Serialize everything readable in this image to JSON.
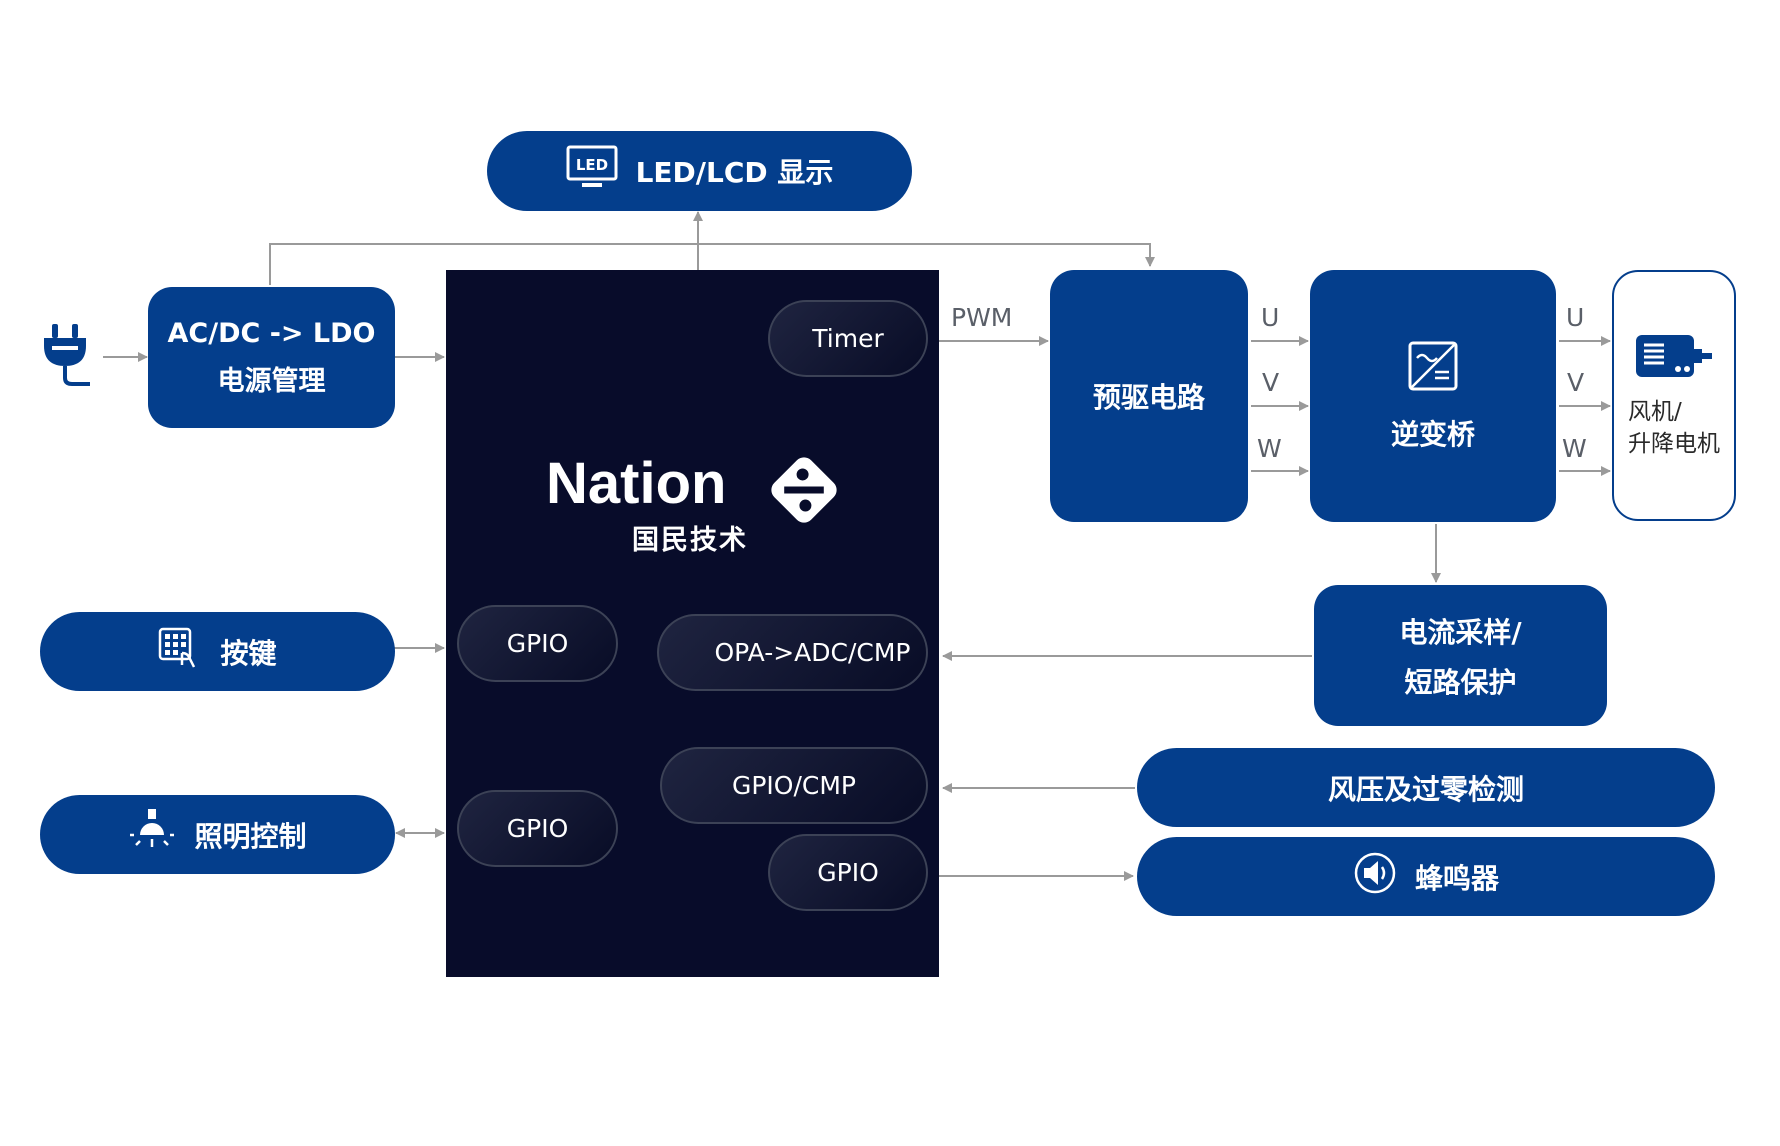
{
  "icons": {
    "led": "led-monitor-icon",
    "plug": "power-plug-icon",
    "keypad": "keypad-icon",
    "lamp": "lamp-icon",
    "inverter": "inverter-icon",
    "motor": "motor-icon",
    "speaker": "speaker-icon",
    "logo": "nation-logo-icon"
  },
  "colors": {
    "block": "#043e8c",
    "mcu": "#080c2a",
    "line": "#9a9a9a"
  },
  "led_icon_text": "LED",
  "display": {
    "label": "LED/LCD 显示"
  },
  "power": {
    "line1": "AC/DC -> LDO",
    "line2": "电源管理"
  },
  "keys": {
    "label": "按键"
  },
  "lighting": {
    "label": "照明控制"
  },
  "mcu": {
    "brand": "Nation",
    "brand_cn": "国民技术",
    "chips": {
      "timer": "Timer",
      "gpio_keys": "GPIO",
      "opa": "OPA->ADC/CMP",
      "gpio_light": "GPIO",
      "gpio_cmp": "GPIO/CMP",
      "gpio_buzzer": "GPIO"
    }
  },
  "signals": {
    "pwm": "PWM",
    "u1": "U",
    "v1": "V",
    "w1": "W",
    "u2": "U",
    "v2": "V",
    "w2": "W"
  },
  "predriver": {
    "label": "预驱电路"
  },
  "inverter": {
    "label": "逆变桥"
  },
  "motor": {
    "line1": "风机/",
    "line2": "升降电机"
  },
  "current": {
    "line1": "电流采样/",
    "line2": "短路保护"
  },
  "pressure": {
    "label": "风压及过零检测"
  },
  "buzzer": {
    "label": "蜂鸣器"
  }
}
